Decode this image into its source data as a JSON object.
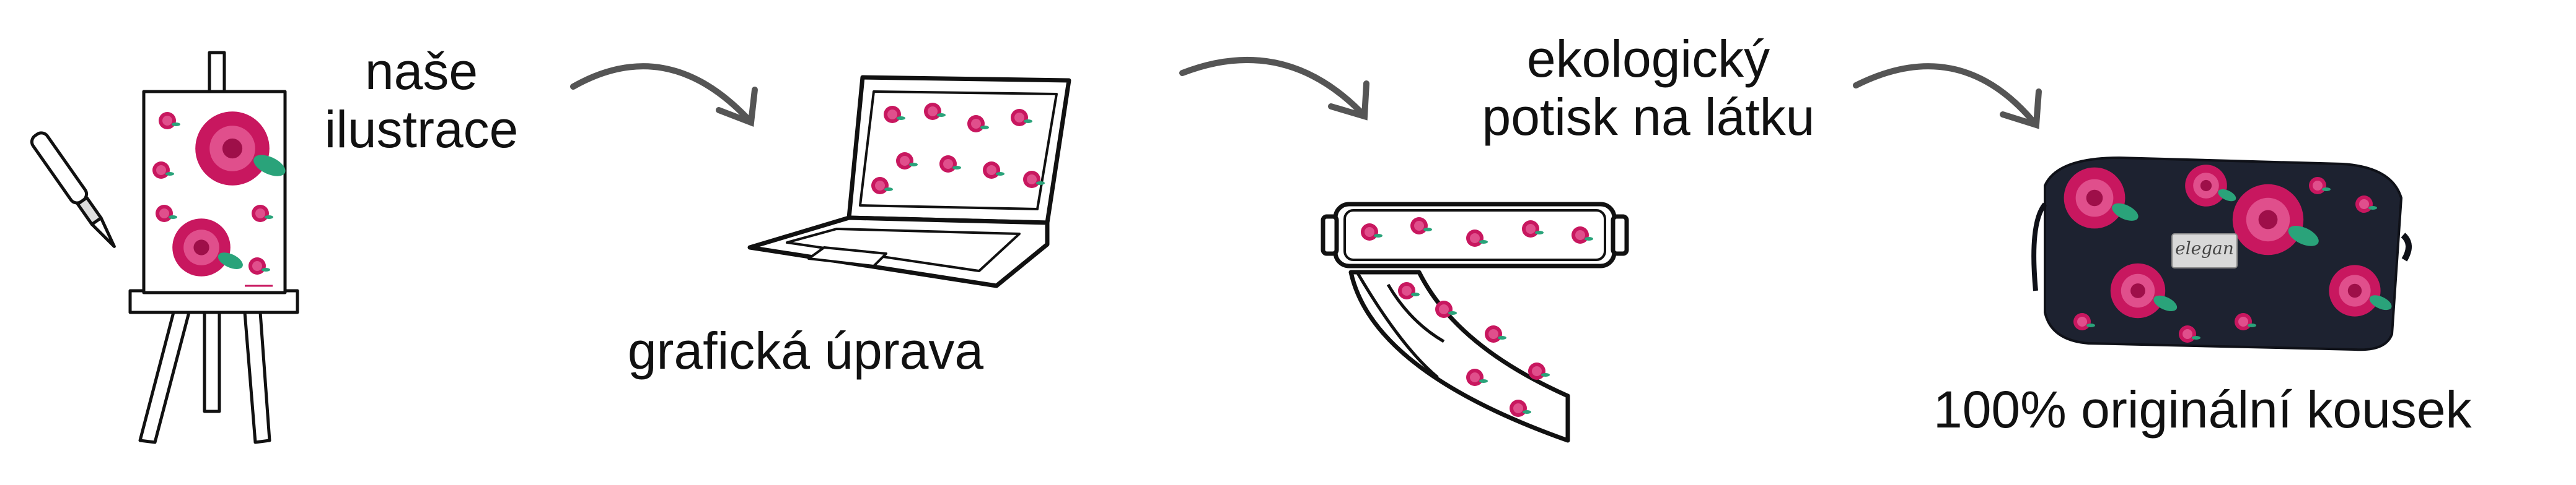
{
  "steps": {
    "illustration": {
      "line1": "naše",
      "line2": "ilustrace"
    },
    "graphic_edit": {
      "label": "grafická úprava"
    },
    "eco_print": {
      "line1": "ekologický",
      "line2": "potisk na látku"
    },
    "original": {
      "label": "100% originální kousek"
    }
  },
  "product": {
    "brand_tag": "elegan"
  },
  "colors": {
    "ink": "#111111",
    "arrow": "#555555",
    "rose": "#c8175f",
    "rose_light": "#e04f8c",
    "leaf": "#2aa37a",
    "bag": "#1d2230"
  }
}
